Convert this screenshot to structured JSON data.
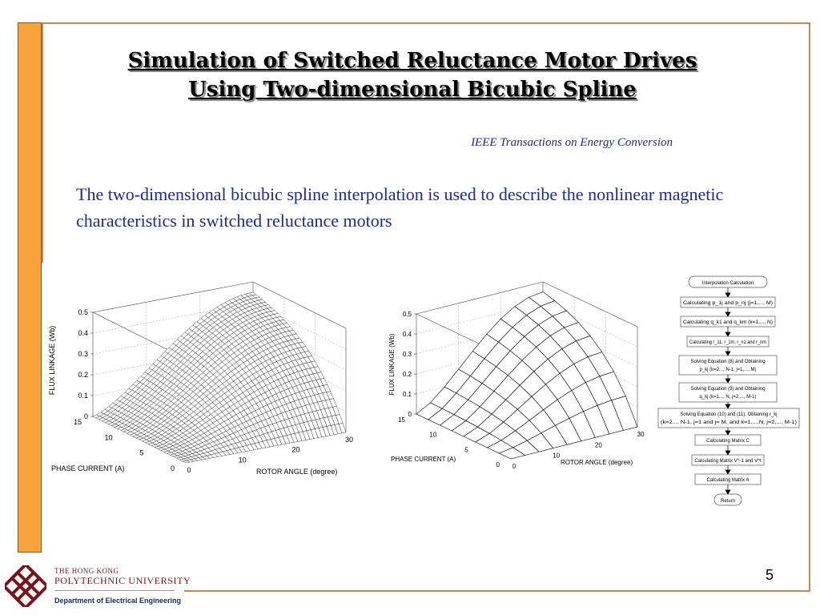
{
  "slide": {
    "title_line1": "Simulation of Switched Reluctance Motor Drives",
    "title_line2": "Using Two-dimensional Bicubic Spline",
    "journal": "IEEE Transactions on Energy Conversion",
    "body": "The two-dimensional bicubic spline interpolation is used to describe the nonlinear magnetic characteristics in switched reluctance motors",
    "page_number": "5"
  },
  "footer": {
    "university_line1": "The Hong Kong",
    "university_line2": "Polytechnic University",
    "department": "Department of Electrical Engineering"
  },
  "plots": {
    "z_label": "FLUX LINKAGE (Wb)",
    "x_label": "PHASE CURRENT (A)",
    "y_label": "ROTOR ANGLE (degree)",
    "z_ticks": [
      "0",
      "0.1",
      "0.2",
      "0.3",
      "0.4",
      "0.5"
    ],
    "current_ticks": [
      "15",
      "10",
      "5",
      "0"
    ],
    "angle_ticks": [
      "0",
      "10",
      "20",
      "30"
    ]
  },
  "flowchart": {
    "steps": [
      "Interpolation Calculation",
      "Calculating p_1j and p_nj (j=1,..., M)",
      "Calculating q_k1 and q_km (k=1,..., N)",
      "Calculating r_11, r_1m, r_n1 and r_nm",
      "Solving Equation (8) and Obtaining",
      "p_kj (k=2..., N-1, j=1,..., M)",
      "Solving Equation (9) and Obtaining",
      "q_kj (k=1..., N, j=2,..., M-1)",
      "Solving Equation (10) and (11), Obtaining r_kj",
      "(k=2..., N-1, j=1 and j= M, and k=1,...,N, j=2,..., M-1)",
      "Calculating Matrix C",
      "Calculating Matrix V^-1 and V^t",
      "Calculating Matrix A",
      "Return"
    ]
  },
  "colors": {
    "accent_bar": "#f7a23a",
    "frame": "#c9894a",
    "body_text": "#1a2a9c",
    "logo": "#7a1418"
  }
}
